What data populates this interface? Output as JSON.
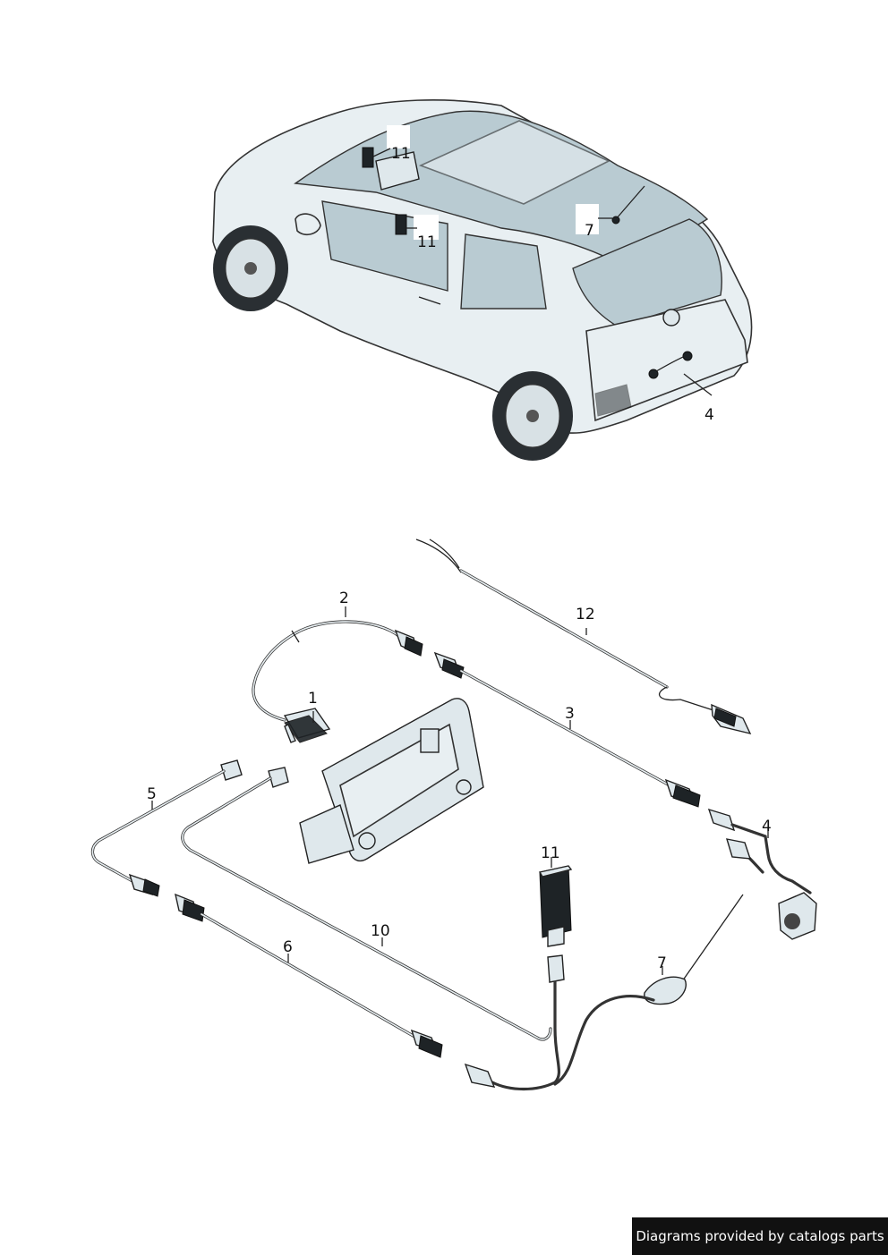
{
  "callouts": {
    "c1": "1",
    "c2": "2",
    "c3": "3",
    "c4_car": "4",
    "c4": "4",
    "c5": "5",
    "c6": "6",
    "c7_car": "7",
    "c7": "7",
    "c10": "10",
    "c11_car_a": "11",
    "c11_car_b": "11",
    "c11": "11",
    "c12": "12"
  },
  "footer": {
    "text": "Diagrams provided by catalogs parts"
  },
  "colors": {
    "car_body": "#e8eff2",
    "glass": "#b9cbd2",
    "footer_bg": "#111111",
    "footer_text": "#ffffff"
  }
}
